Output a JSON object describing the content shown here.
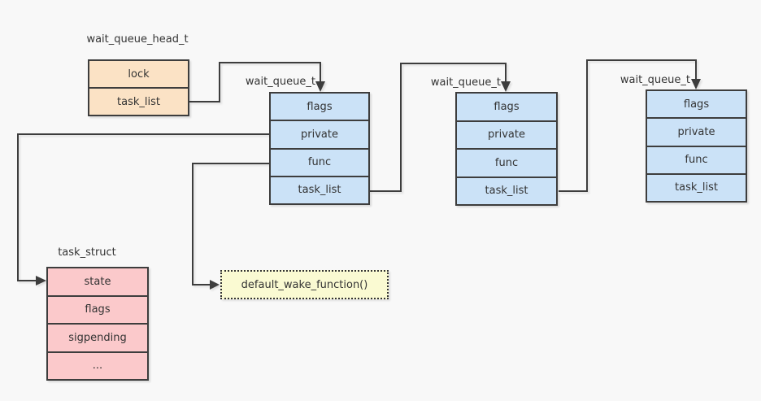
{
  "colors": {
    "background": "#f8f8f8",
    "stroke": "#3d3d3d",
    "text": "#333333",
    "head_fill": "#fbe2c5",
    "queue_fill": "#cbe2f7",
    "task_fill": "#fbc9cb",
    "wake_fill": "#fafad2"
  },
  "head": {
    "title": "wait_queue_head_t",
    "rows": [
      "lock",
      "task_list"
    ]
  },
  "queues": [
    {
      "title": "wait_queue_t",
      "rows": [
        "flags",
        "private",
        "func",
        "task_list"
      ]
    },
    {
      "title": "wait_queue_t",
      "rows": [
        "flags",
        "private",
        "func",
        "task_list"
      ]
    },
    {
      "title": "wait_queue_t",
      "rows": [
        "flags",
        "private",
        "func",
        "task_list"
      ]
    }
  ],
  "task": {
    "title": "task_struct",
    "rows": [
      "state",
      "flags",
      "sigpending",
      "..."
    ]
  },
  "wake": {
    "label": "default_wake_function()"
  },
  "edges": [
    {
      "from": "wait_queue_head_t.task_list",
      "to": "wait_queue_t[0].top"
    },
    {
      "from": "wait_queue_t[0].task_list",
      "to": "wait_queue_t[1].top"
    },
    {
      "from": "wait_queue_t[1].task_list",
      "to": "wait_queue_t[2].top"
    },
    {
      "from": "wait_queue_t[0].private",
      "to": "task_struct.state"
    },
    {
      "from": "wait_queue_t[0].func",
      "to": "default_wake_function()"
    }
  ]
}
